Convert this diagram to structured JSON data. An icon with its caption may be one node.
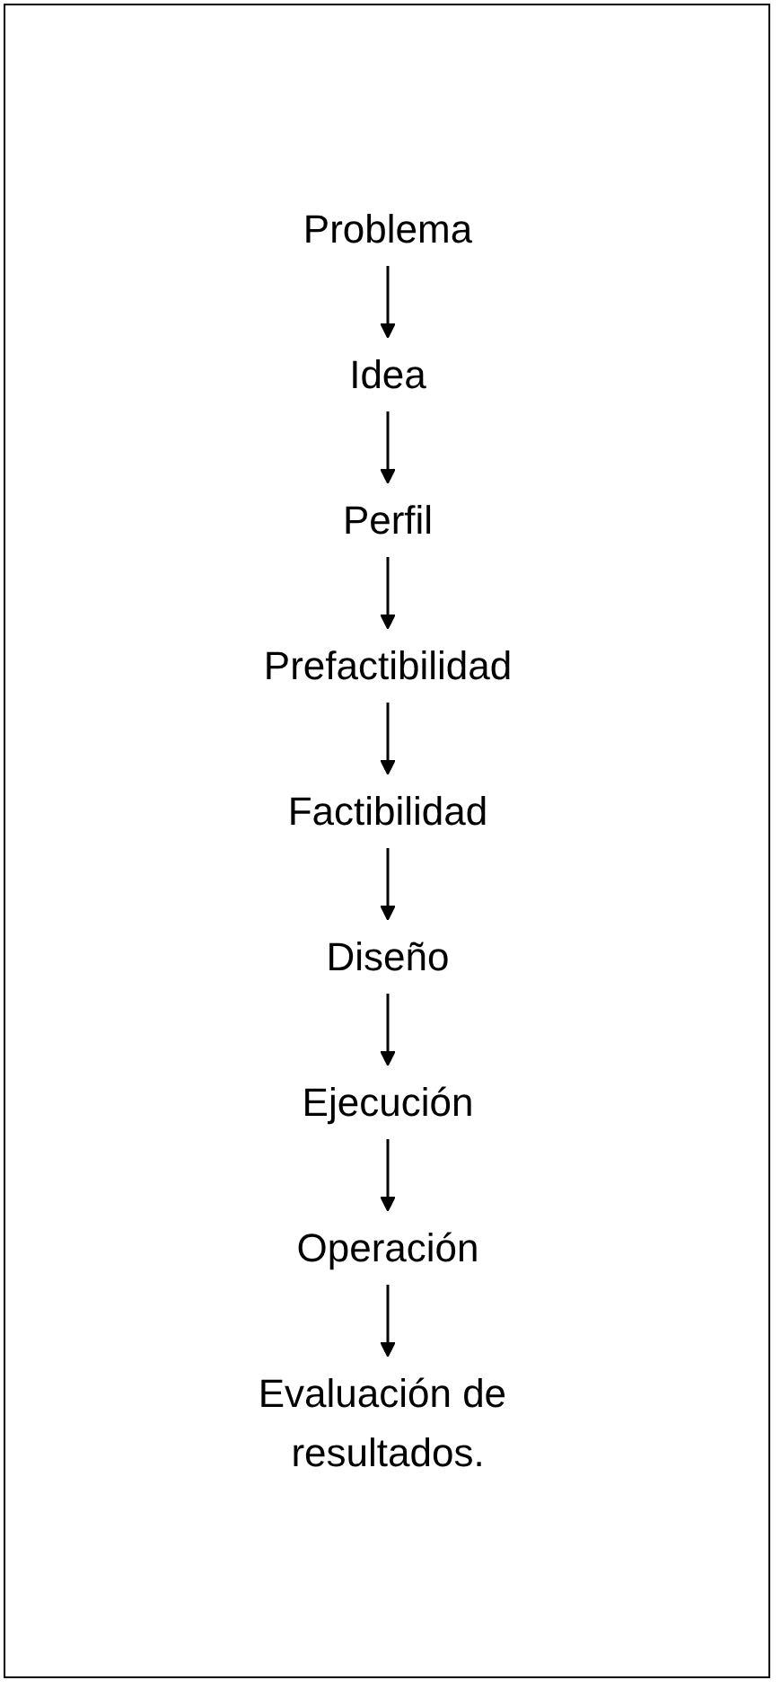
{
  "diagram": {
    "nodes": [
      {
        "text": [
          "Problema"
        ]
      },
      {
        "text": [
          "Idea"
        ]
      },
      {
        "text": [
          "Perfil"
        ]
      },
      {
        "text": [
          "Prefactibilidad"
        ]
      },
      {
        "text": [
          "Factibilidad"
        ]
      },
      {
        "text": [
          "Diseño"
        ]
      },
      {
        "text": [
          "Ejecución"
        ]
      },
      {
        "text": [
          "Operación"
        ]
      },
      {
        "text": [
          "Evaluación de resultados."
        ]
      }
    ],
    "edges": [
      {
        "from": 0,
        "to": 1,
        "arrow": "to"
      },
      {
        "from": 1,
        "to": 2,
        "arrow": "to"
      },
      {
        "from": 2,
        "to": 3,
        "arrow": "to"
      },
      {
        "from": 3,
        "to": 4,
        "arrow": "to"
      },
      {
        "from": 4,
        "to": 5,
        "arrow": "to"
      },
      {
        "from": 5,
        "to": 6,
        "arrow": "to"
      },
      {
        "from": 6,
        "to": 7,
        "arrow": "to"
      },
      {
        "from": 7,
        "to": 8,
        "arrow": "to"
      }
    ]
  }
}
